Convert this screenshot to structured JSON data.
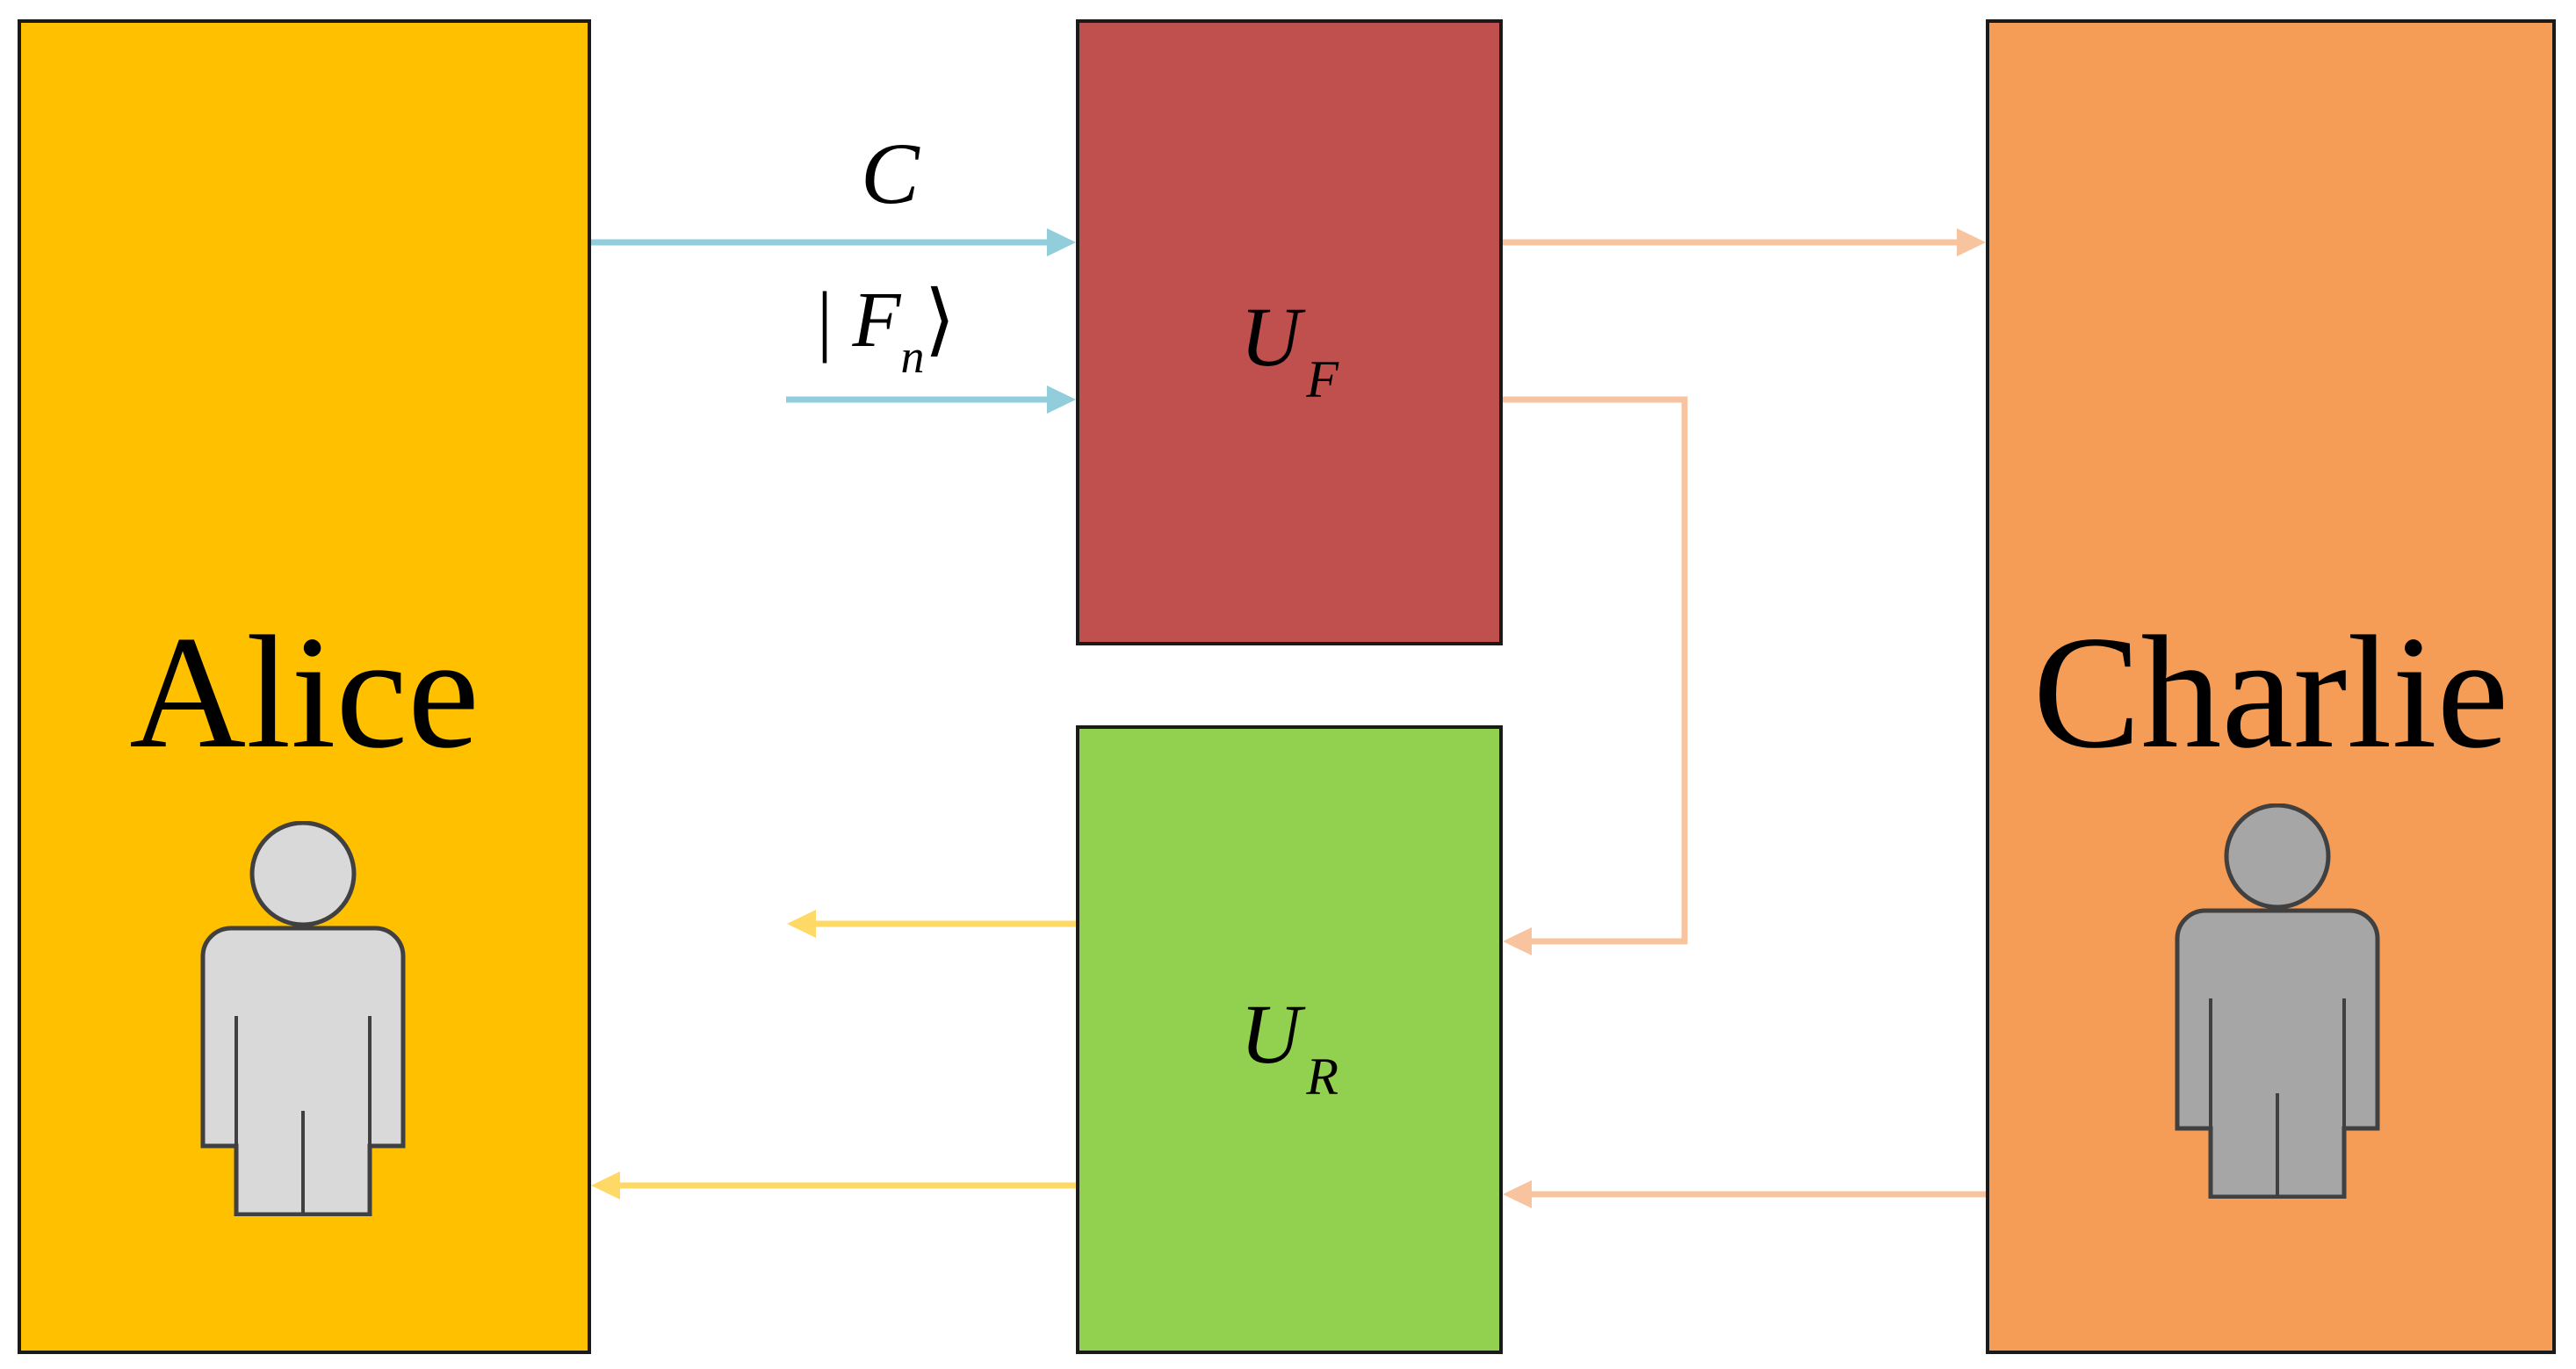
{
  "parties": {
    "alice": {
      "name": "Alice",
      "color": "#ffc000",
      "figure_color": "#d9d9d9"
    },
    "charlie": {
      "name": "Charlie",
      "color": "#f59d56",
      "figure_color": "#a6a6a6"
    }
  },
  "operators": {
    "uf": {
      "symbol": "U",
      "subscript": "F",
      "color": "#c0504d"
    },
    "ur": {
      "symbol": "U",
      "subscript": "R",
      "color": "#92d050"
    }
  },
  "labels": {
    "classical": "C",
    "state_bar": "|",
    "state_symbol": "F",
    "state_subscript": "n",
    "state_close": "⟩"
  },
  "colors": {
    "input_arrow": "#92cddc",
    "charlie_arrow": "#f8c4a0",
    "return_arrow": "#ffd966",
    "outline": "#1a1a1a"
  },
  "icons": [
    "person-icon"
  ]
}
